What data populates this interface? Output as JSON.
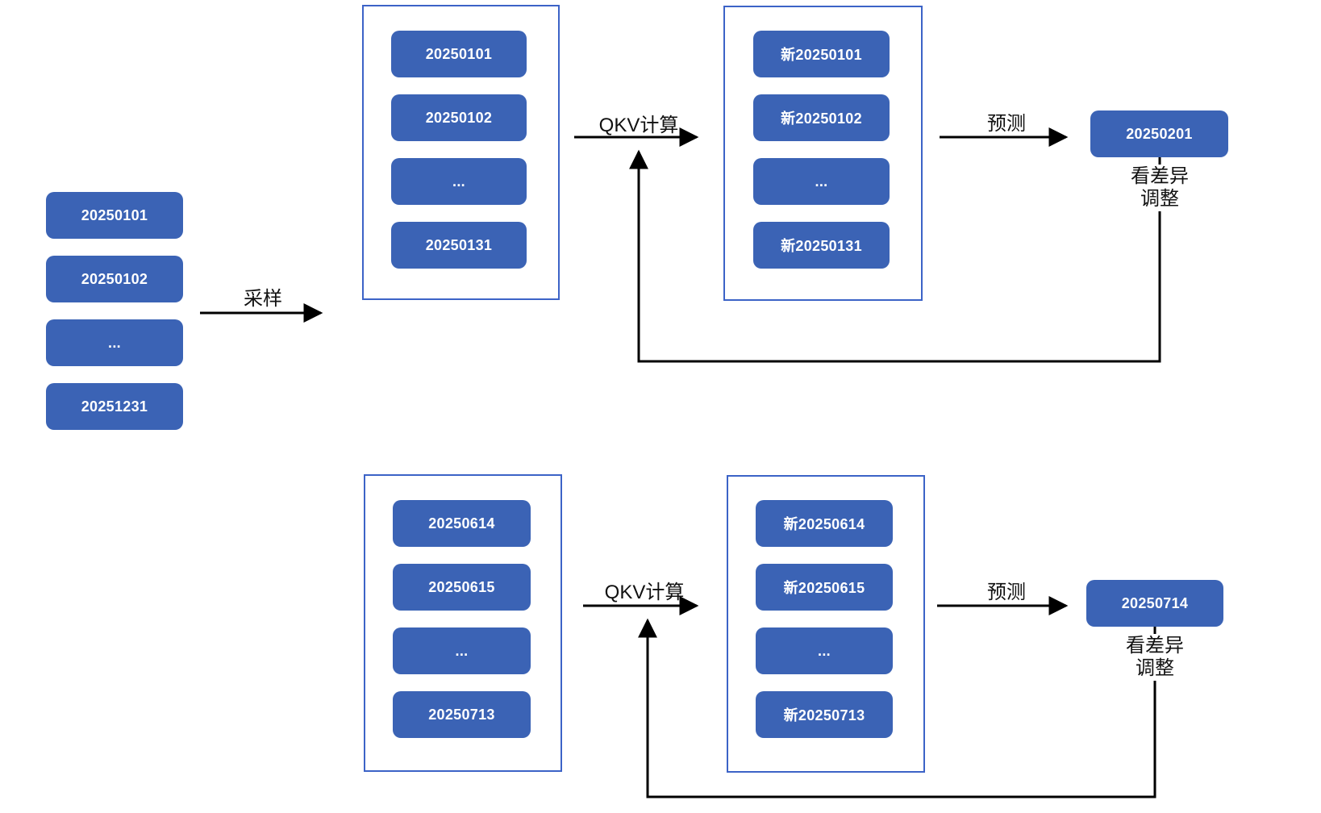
{
  "diagram": {
    "colors": {
      "node_fill": "#3b63b5",
      "node_text": "#ffffff",
      "container_border": "#3c63c7",
      "line": "#000000"
    },
    "top": {
      "source_items": [
        "20250101",
        "20250102",
        "...",
        "20251231"
      ],
      "sample_label": "采样",
      "window_items": [
        "20250101",
        "20250102",
        "...",
        "20250131"
      ],
      "qkv_label": "QKV计算",
      "new_items": [
        "新20250101",
        "新20250102",
        "...",
        "新20250131"
      ],
      "predict_label": "预测",
      "prediction": "20250201",
      "diff_line1": "看差异",
      "diff_line2": "调整"
    },
    "bottom": {
      "window_items": [
        "20250614",
        "20250615",
        "...",
        "20250713"
      ],
      "qkv_label": "QKV计算",
      "new_items": [
        "新20250614",
        "新20250615",
        "...",
        "新20250713"
      ],
      "predict_label": "预测",
      "prediction": "20250714",
      "diff_line1": "看差异",
      "diff_line2": "调整"
    }
  }
}
